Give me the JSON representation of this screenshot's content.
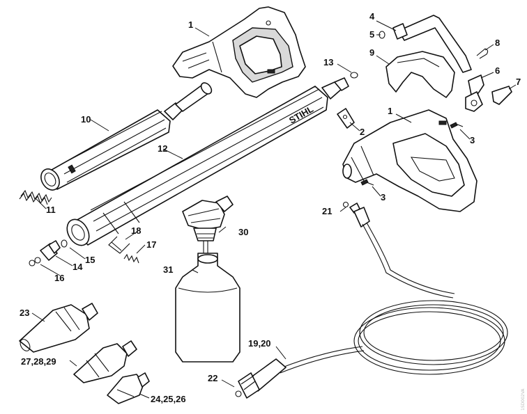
{
  "labels": {
    "l1a": "1",
    "l1b": "1",
    "l2": "2",
    "l3a": "3",
    "l3b": "3",
    "l4": "4",
    "l5": "5",
    "l6": "6",
    "l7": "7",
    "l8": "8",
    "l9": "9",
    "l10": "10",
    "l11": "11",
    "l12": "12",
    "l13": "13",
    "l14": "14",
    "l15": "15",
    "l16": "16",
    "l17": "17",
    "l18": "18",
    "l19_20": "19,20",
    "l21": "21",
    "l22": "22",
    "l23": "23",
    "l24_26": "24,25,26",
    "l27_29": "27,28,29",
    "l30": "30",
    "l31": "31"
  },
  "brand_text": "STIHL",
  "watermark": "1SD002VA"
}
